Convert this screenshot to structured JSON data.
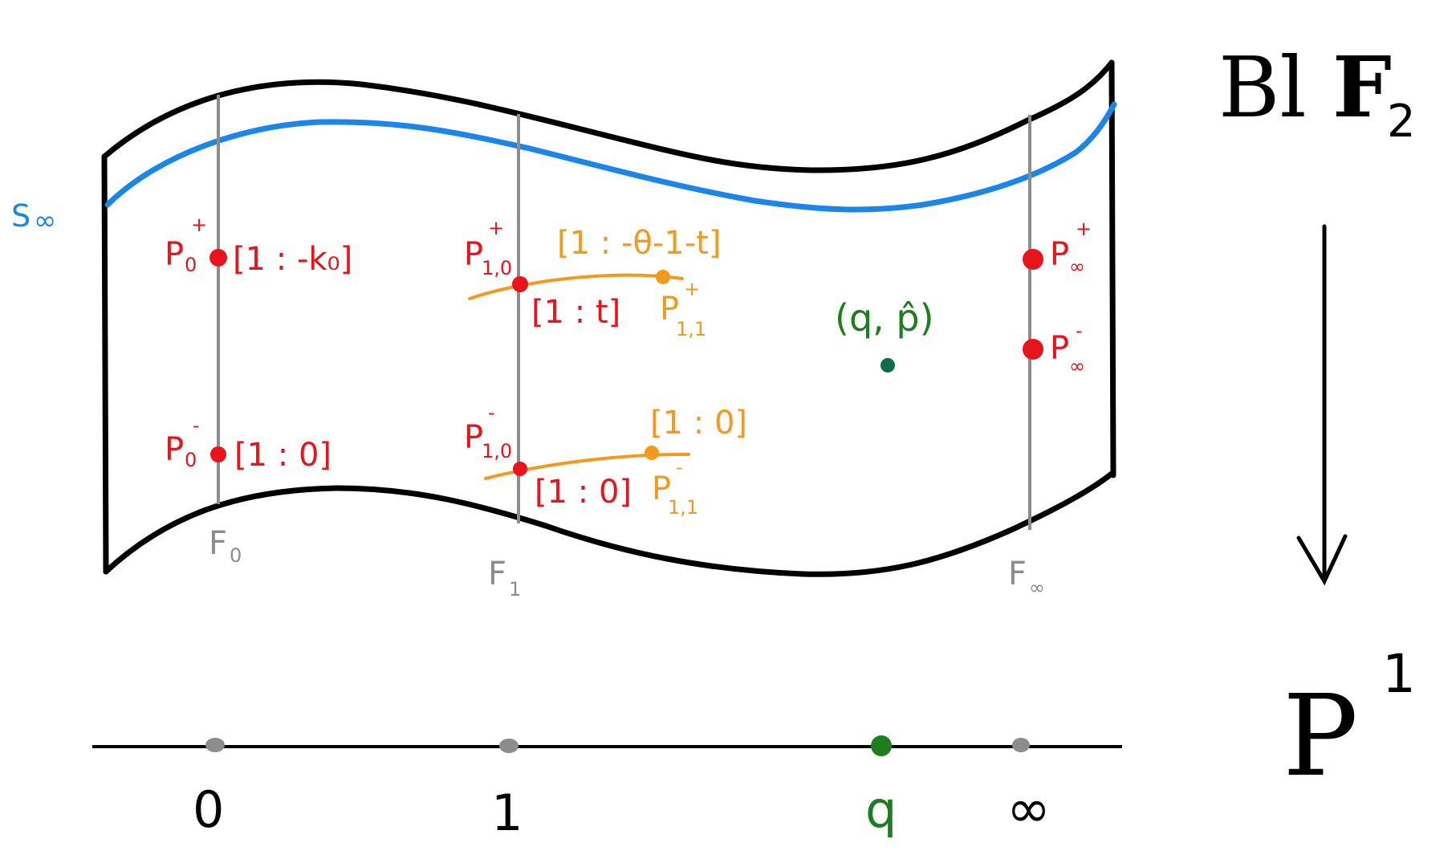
{
  "colors": {
    "surface_outline": "#000000",
    "section_curve": "#1b86e8",
    "fiber": "#8c8c8c",
    "points": "#e8141b",
    "curves": "#f39a1e",
    "special_point": "#1e7d1e",
    "base_points": "#8c8c8c"
  },
  "surface": {
    "label_main": "Bl",
    "label_F": "F",
    "label_F_sub": "2"
  },
  "section": {
    "label": "S",
    "label_sub": "∞"
  },
  "fibers": [
    {
      "label": "F",
      "sub": "0"
    },
    {
      "label": "F",
      "sub": "1"
    },
    {
      "label": "F",
      "sub": "∞"
    }
  ],
  "points_red": {
    "p0_plus": {
      "letter": "P",
      "sub": "0",
      "sup": "+",
      "coord": "[1 : -k₀]"
    },
    "p0_minus": {
      "letter": "P",
      "sub": "0",
      "sup": "-",
      "coord": "[1 : 0]"
    },
    "p10_plus": {
      "letter": "P",
      "sub": "1,0",
      "sup": "+",
      "coord": "[1 : t]"
    },
    "p10_minus": {
      "letter": "P",
      "sub": "1,0",
      "sup": "-",
      "coord": "[1 : 0]"
    },
    "pinf_plus": {
      "letter": "P",
      "sub": "∞",
      "sup": "+"
    },
    "pinf_minus": {
      "letter": "P",
      "sub": "∞",
      "sup": "-"
    }
  },
  "points_orange": {
    "p11_plus": {
      "letter": "P",
      "sub": "1,1",
      "sup": "+",
      "coord": "[1 : -θ-1-t]"
    },
    "p11_minus": {
      "letter": "P",
      "sub": "1,1",
      "sup": "-",
      "coord": "[1 : 0]"
    }
  },
  "special_point": {
    "label": "(q, p̂)"
  },
  "base": {
    "label_P": "P",
    "label_P_sup": "1",
    "ticks": [
      "0",
      "1",
      "q",
      "∞"
    ]
  }
}
